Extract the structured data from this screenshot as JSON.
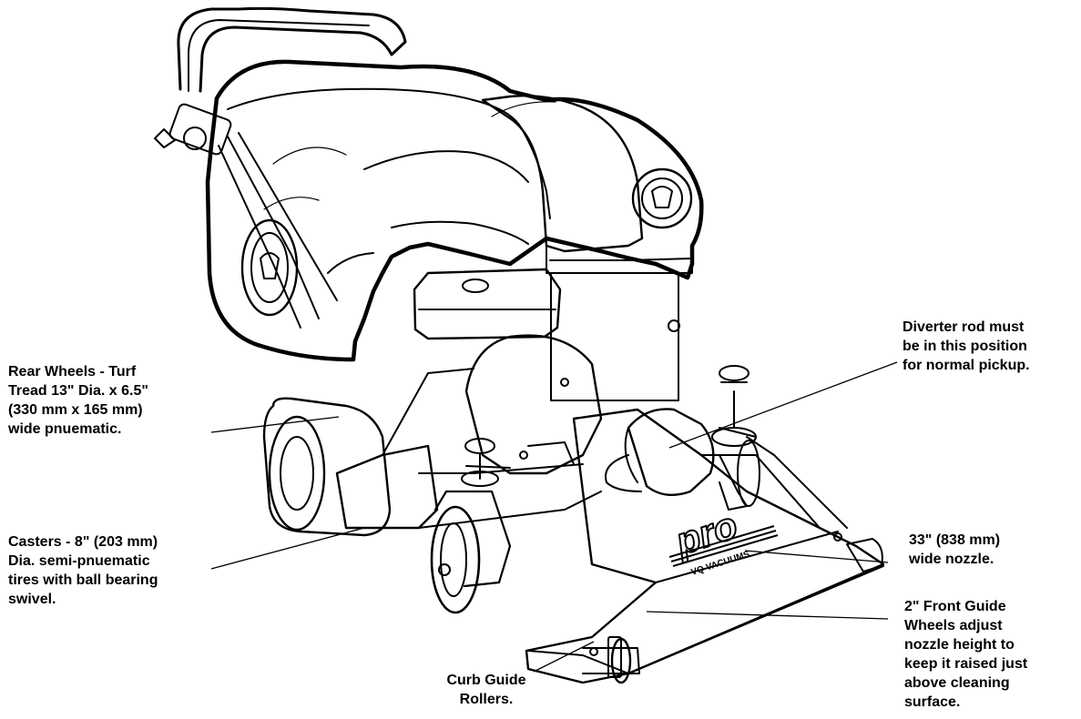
{
  "callouts": {
    "rear_wheels": [
      "Rear Wheels - Turf",
      "Tread 13\" Dia. x 6.5\"",
      "(330 mm x 165 mm)",
      "wide pnuematic."
    ],
    "casters": [
      "Casters - 8\" (203 mm)",
      "Dia. semi-pnuematic",
      "tires with ball bearing",
      "swivel."
    ],
    "curb_guide": [
      "Curb Guide",
      "Rollers."
    ],
    "diverter": [
      "Diverter rod must",
      "be in this position",
      "for normal pickup."
    ],
    "nozzle": [
      "33\" (838 mm)",
      "wide  nozzle."
    ],
    "front_guide": [
      "2\" Front Guide",
      "Wheels adjust",
      "nozzle height to",
      "keep it raised just",
      "above cleaning",
      "surface."
    ]
  },
  "machine_markings": {
    "brand": "pro",
    "model": "VQ VACUUMS"
  },
  "colors": {
    "ink": "#000000",
    "paper": "#ffffff"
  }
}
